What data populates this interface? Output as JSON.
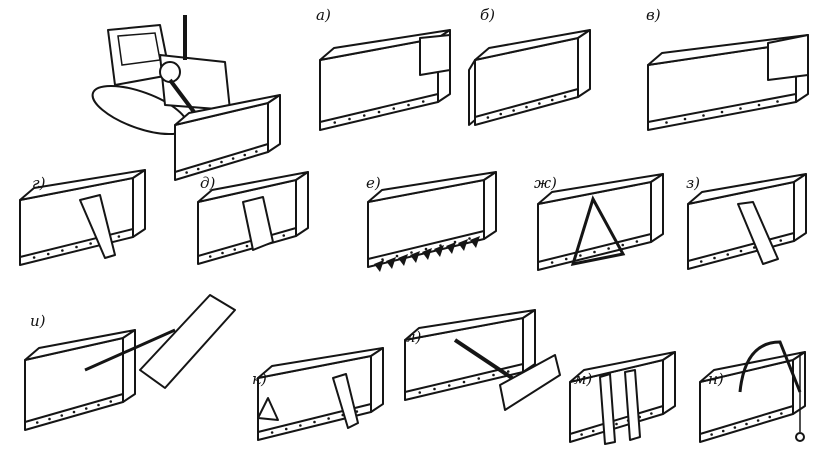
{
  "figure": {
    "labels": [
      "а)",
      "б)",
      "в)",
      "г)",
      "д)",
      "е)",
      "ж)",
      "з)",
      "и)",
      "к)",
      "л)",
      "м)",
      "н)"
    ]
  },
  "colors": {
    "ink": "#151515",
    "paper": "#ffffff"
  }
}
